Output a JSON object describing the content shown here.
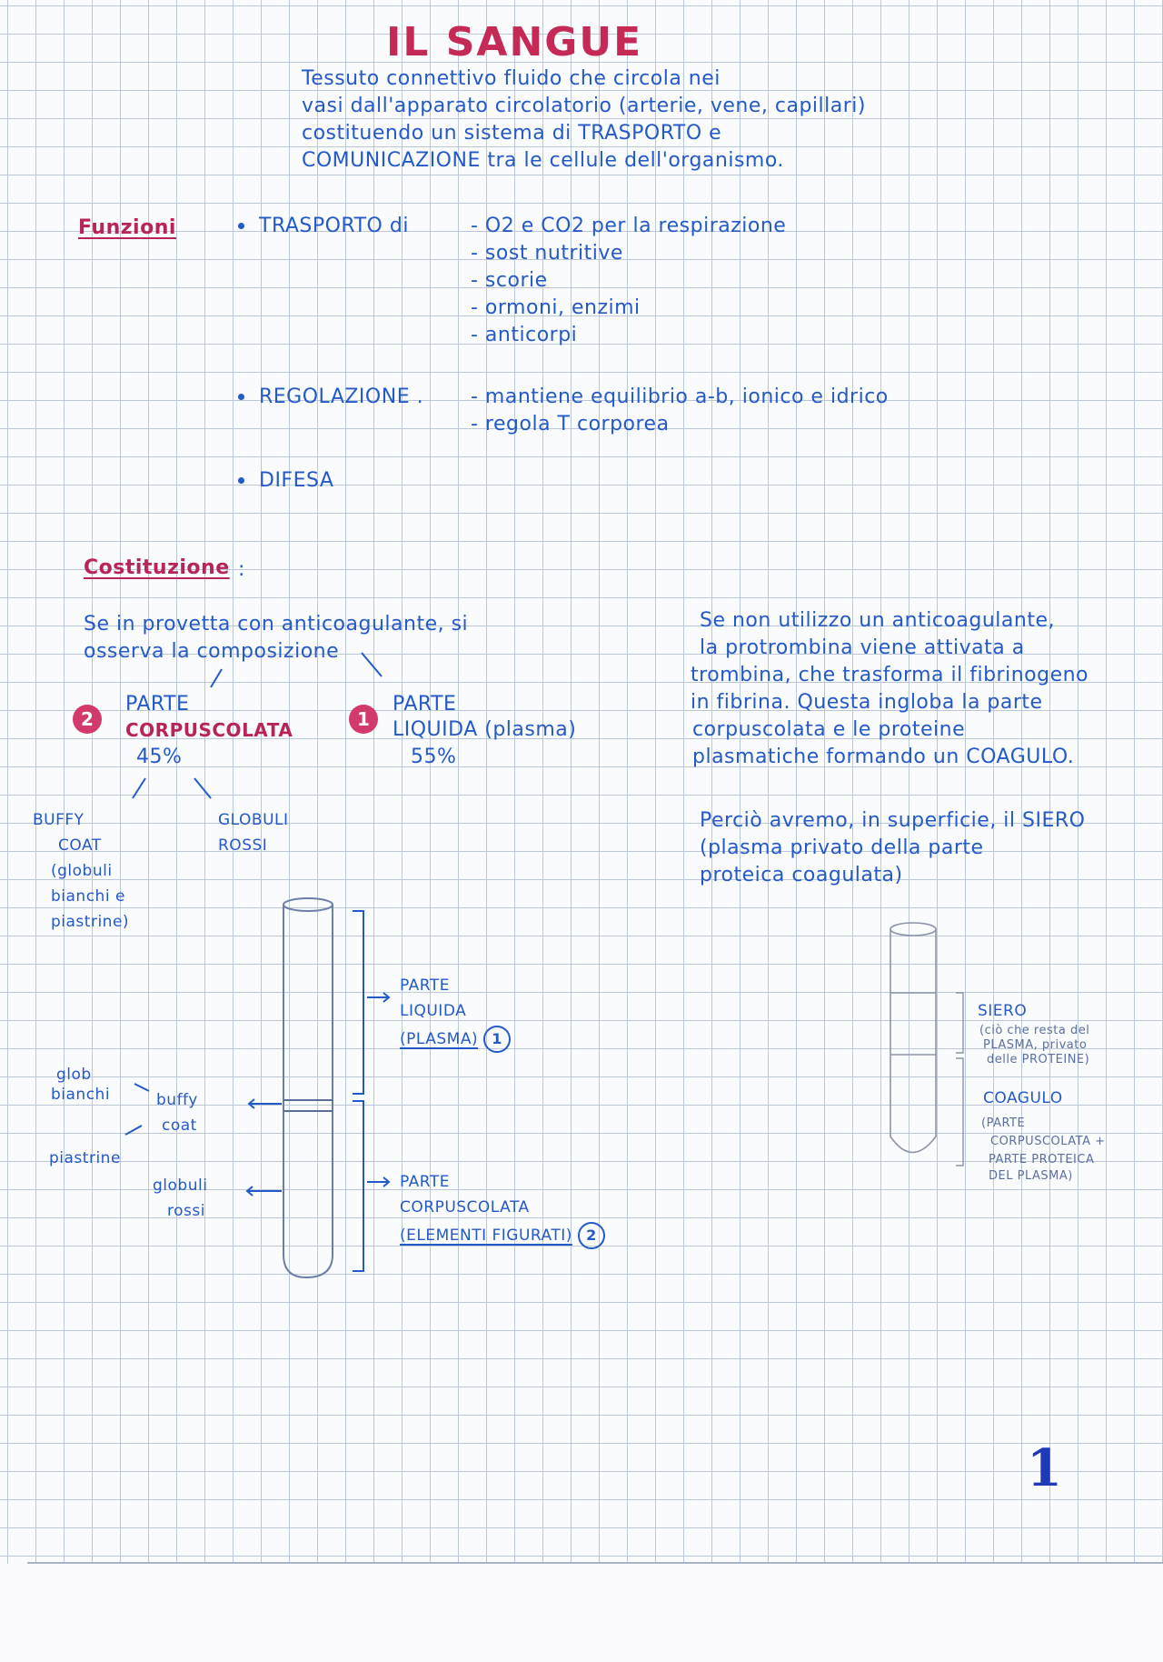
{
  "title": "IL SANGUE",
  "intro": [
    "Tessuto connettivo fluido che circola nei",
    "vasi dall'apparato circolatorio (arterie, vene, capillari)",
    "costituendo un sistema di TRASPORTO e",
    "COMUNICAZIONE tra le cellule dell'organismo."
  ],
  "funzioni": {
    "heading": "Funzioni",
    "trasporto": {
      "label": "TRASPORTO di",
      "items": [
        "- O2 e CO2 per la respirazione",
        "- sost nutritive",
        "- scorie",
        "- ormoni, enzimi",
        "- anticorpi"
      ]
    },
    "regolazione": {
      "label": "REGOLAZIONE .",
      "items": [
        "- mantiene equilibrio a-b, ionico e idrico",
        "- regola T corporea"
      ]
    },
    "difesa": {
      "label": "DIFESA"
    }
  },
  "costituzione": {
    "heading": "Costituzione",
    "colon": ":",
    "left_text": [
      "Se in provetta con anticoagulante, si",
      "osserva la composizione"
    ],
    "parte_corpuscolata": {
      "num": "2",
      "line1": "PARTE",
      "line2": "CORPUSCOLATA",
      "pct": "45%"
    },
    "parte_liquida": {
      "num": "1",
      "line1": "PARTE",
      "line2": "LIQUIDA (plasma)",
      "pct": "55%"
    },
    "buffy": [
      "BUFFY",
      "COAT",
      "(globuli",
      "bianchi e",
      "piastrine)"
    ],
    "globuli_rossi": [
      "GLOBULI",
      "ROSSI"
    ],
    "tube_left": {
      "parte_liquida": [
        "PARTE",
        "LIQUIDA",
        "(PLASMA)"
      ],
      "parte_liquida_num": "1",
      "parte_corpuscolata": [
        "PARTE",
        "CORPUSCOLATA",
        "(ELEMENTI FIGURATI)"
      ],
      "parte_corpuscolata_num": "2",
      "glob_bianchi": [
        "glob",
        "bianchi"
      ],
      "buffy_coat": [
        "buffy",
        "coat"
      ],
      "piastrine": "piastrine",
      "globuli_rossi": [
        "globuli",
        "rossi"
      ]
    },
    "right_text": [
      "Se non utilizzo un anticoagulante,",
      "la protrombina viene attivata a",
      "trombina, che trasforma il fibrinogeno",
      "in fibrina. Questa ingloba la parte",
      "corpuscolata e le proteine",
      "plasmatiche formando un COAGULO."
    ],
    "right_text2": [
      "Perciò avremo, in superficie, il SIERO",
      "(plasma privato della parte",
      "proteica coagulata)"
    ],
    "tube_right": {
      "siero": "SIERO",
      "siero_note": [
        "(ciò che resta del",
        "PLASMA, privato",
        "delle PROTEINE)"
      ],
      "coagulo": "COAGULO",
      "coagulo_note": [
        "(PARTE",
        "CORPUSCOLATA +",
        "PARTE PROTEICA",
        "DEL PLASMA)"
      ]
    }
  },
  "page_number": "1"
}
